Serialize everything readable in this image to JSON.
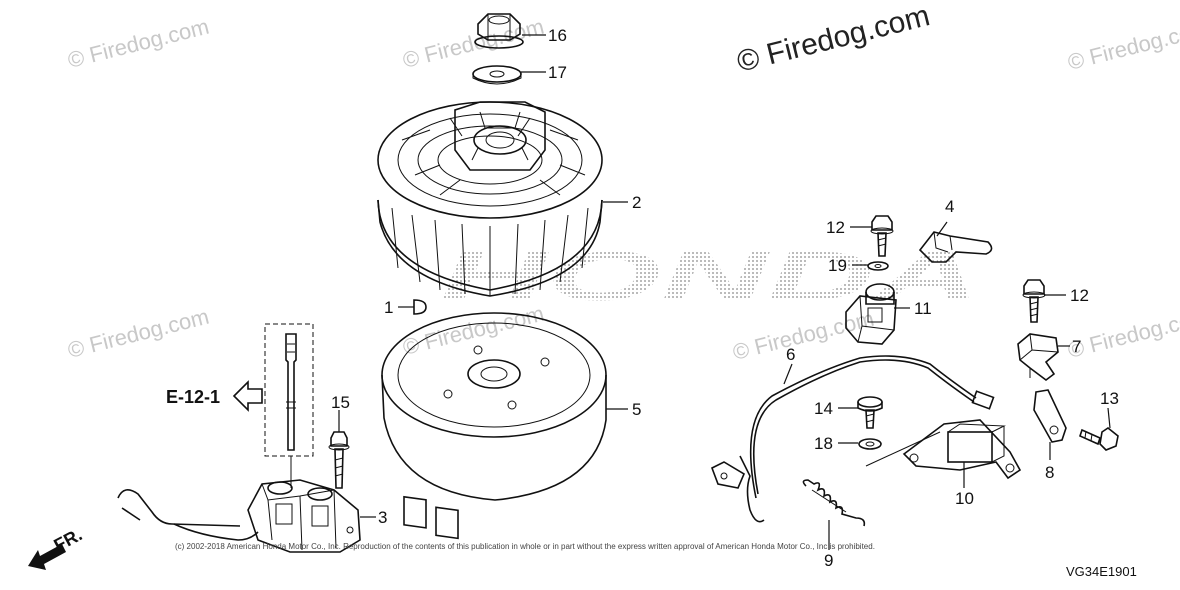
{
  "watermarks": [
    "© Firedog.com",
    "© Firedog.com",
    "© Firedog.com",
    "© Firedog.com",
    "© Firedog.com",
    "© Firedog.com",
    "© Firedog.com",
    "© Firedog.com"
  ],
  "brand_watermark": "HONDA",
  "callouts": {
    "c1": "1",
    "c2": "2",
    "c3": "3",
    "c4": "4",
    "c5": "5",
    "c6": "6",
    "c7": "7",
    "c8": "8",
    "c9": "9",
    "c10": "10",
    "c11": "11",
    "c12a": "12",
    "c12b": "12",
    "c13": "13",
    "c14": "14",
    "c15": "15",
    "c16": "16",
    "c17": "17",
    "c18": "18",
    "c19": "19"
  },
  "reference_label": "E-12-1",
  "front_label": "FR.",
  "copyright": "(c) 2002-2018 American Honda Motor Co., Inc. Reproduction of the contents of this publication in whole or in part without the express written approval of American Honda Motor Co., Inc is prohibited.",
  "diagram_code": "VG34E1901",
  "colors": {
    "ink": "#111111",
    "watermark": "#c8c8c8"
  }
}
